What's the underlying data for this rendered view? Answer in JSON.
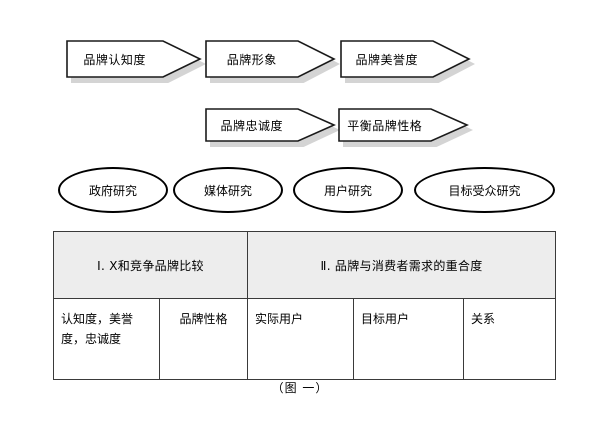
{
  "figure": {
    "caption": "（图  一）",
    "accent_shadow_color": "#d4d4d4",
    "header_fill_color": "#ededed",
    "stroke_color": "#000000"
  },
  "flow_row_1": [
    {
      "label": "品牌认知度"
    },
    {
      "label": "品牌形象"
    },
    {
      "label": "品牌美誉度"
    }
  ],
  "flow_row_2": [
    {
      "label": "品牌忠诚度"
    },
    {
      "label": "平衡品牌性格"
    }
  ],
  "research_ovals": [
    {
      "label": "政府研究"
    },
    {
      "label": "媒体研究"
    },
    {
      "label": "用户研究"
    },
    {
      "label": "目标受众研究"
    }
  ],
  "matrix": {
    "headers": [
      {
        "label": "Ⅰ. X和竞争品牌比较"
      },
      {
        "label": "Ⅱ.  品牌与消费者需求的重合度"
      }
    ],
    "cells": [
      {
        "label": "认知度，美誉度，忠诚度"
      },
      {
        "label": "品牌性格"
      },
      {
        "label": "实际用户"
      },
      {
        "label": "目标用户"
      },
      {
        "label": "关系"
      }
    ]
  }
}
